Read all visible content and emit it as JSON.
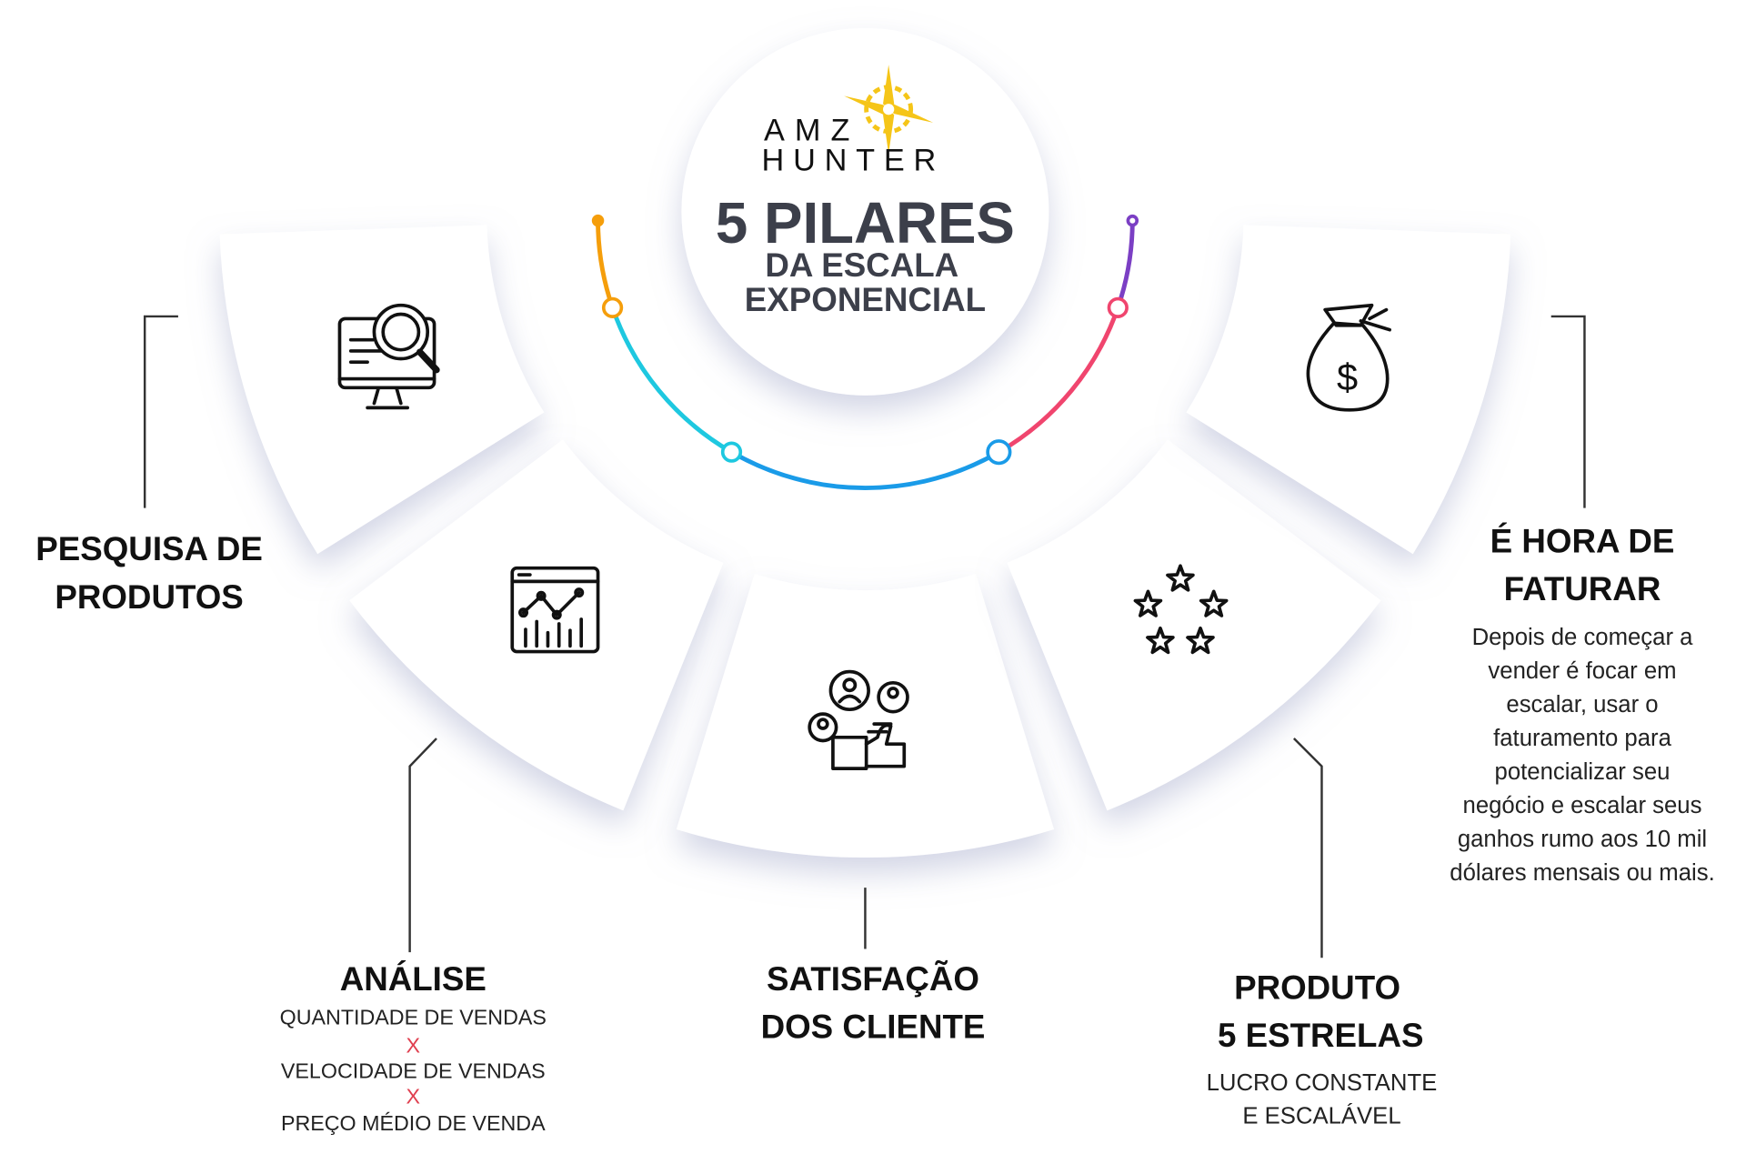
{
  "logo": {
    "line1": "AMZ",
    "line2": "HUNTER",
    "star_color": "#f5c518"
  },
  "title": {
    "main": "5 PILARES",
    "sub1": "DA ESCALA",
    "sub2": "EXPONENCIAL"
  },
  "arc_colors": [
    "#f59e0b",
    "#1ec8e0",
    "#1a9be8",
    "#f0456e",
    "#7b3fc4"
  ],
  "pillars": {
    "pesquisa": {
      "title1": "PESQUISA DE",
      "title2": "PRODUTOS",
      "icon": "monitor-search-icon"
    },
    "analise": {
      "title": "ANÁLISE",
      "lines": [
        "QUANTIDADE DE VENDAS",
        "X",
        "VELOCIDADE DE VENDAS",
        "X",
        "PREÇO MÉDIO DE VENDA"
      ],
      "icon": "chart-dashboard-icon"
    },
    "satisfacao": {
      "title1": "SATISFAÇÃO",
      "title2": "DOS CLIENTE",
      "icon": "customer-thumbs-up-icon"
    },
    "produto": {
      "title1": "PRODUTO",
      "title2": "5 ESTRELAS",
      "lines": [
        "LUCRO CONSTANTE",
        "E ESCALÁVEL"
      ],
      "icon": "five-stars-icon"
    },
    "faturar": {
      "title1": "É HORA DE",
      "title2": "FATURAR",
      "lines": [
        "Depois de começar a",
        "vender é focar em",
        "escalar, usar o",
        "faturamento para",
        "potencializar seu",
        "negócio e escalar seus",
        "ganhos rumo aos 10 mil",
        "dólares mensais ou mais."
      ],
      "icon": "money-bag-icon"
    }
  }
}
